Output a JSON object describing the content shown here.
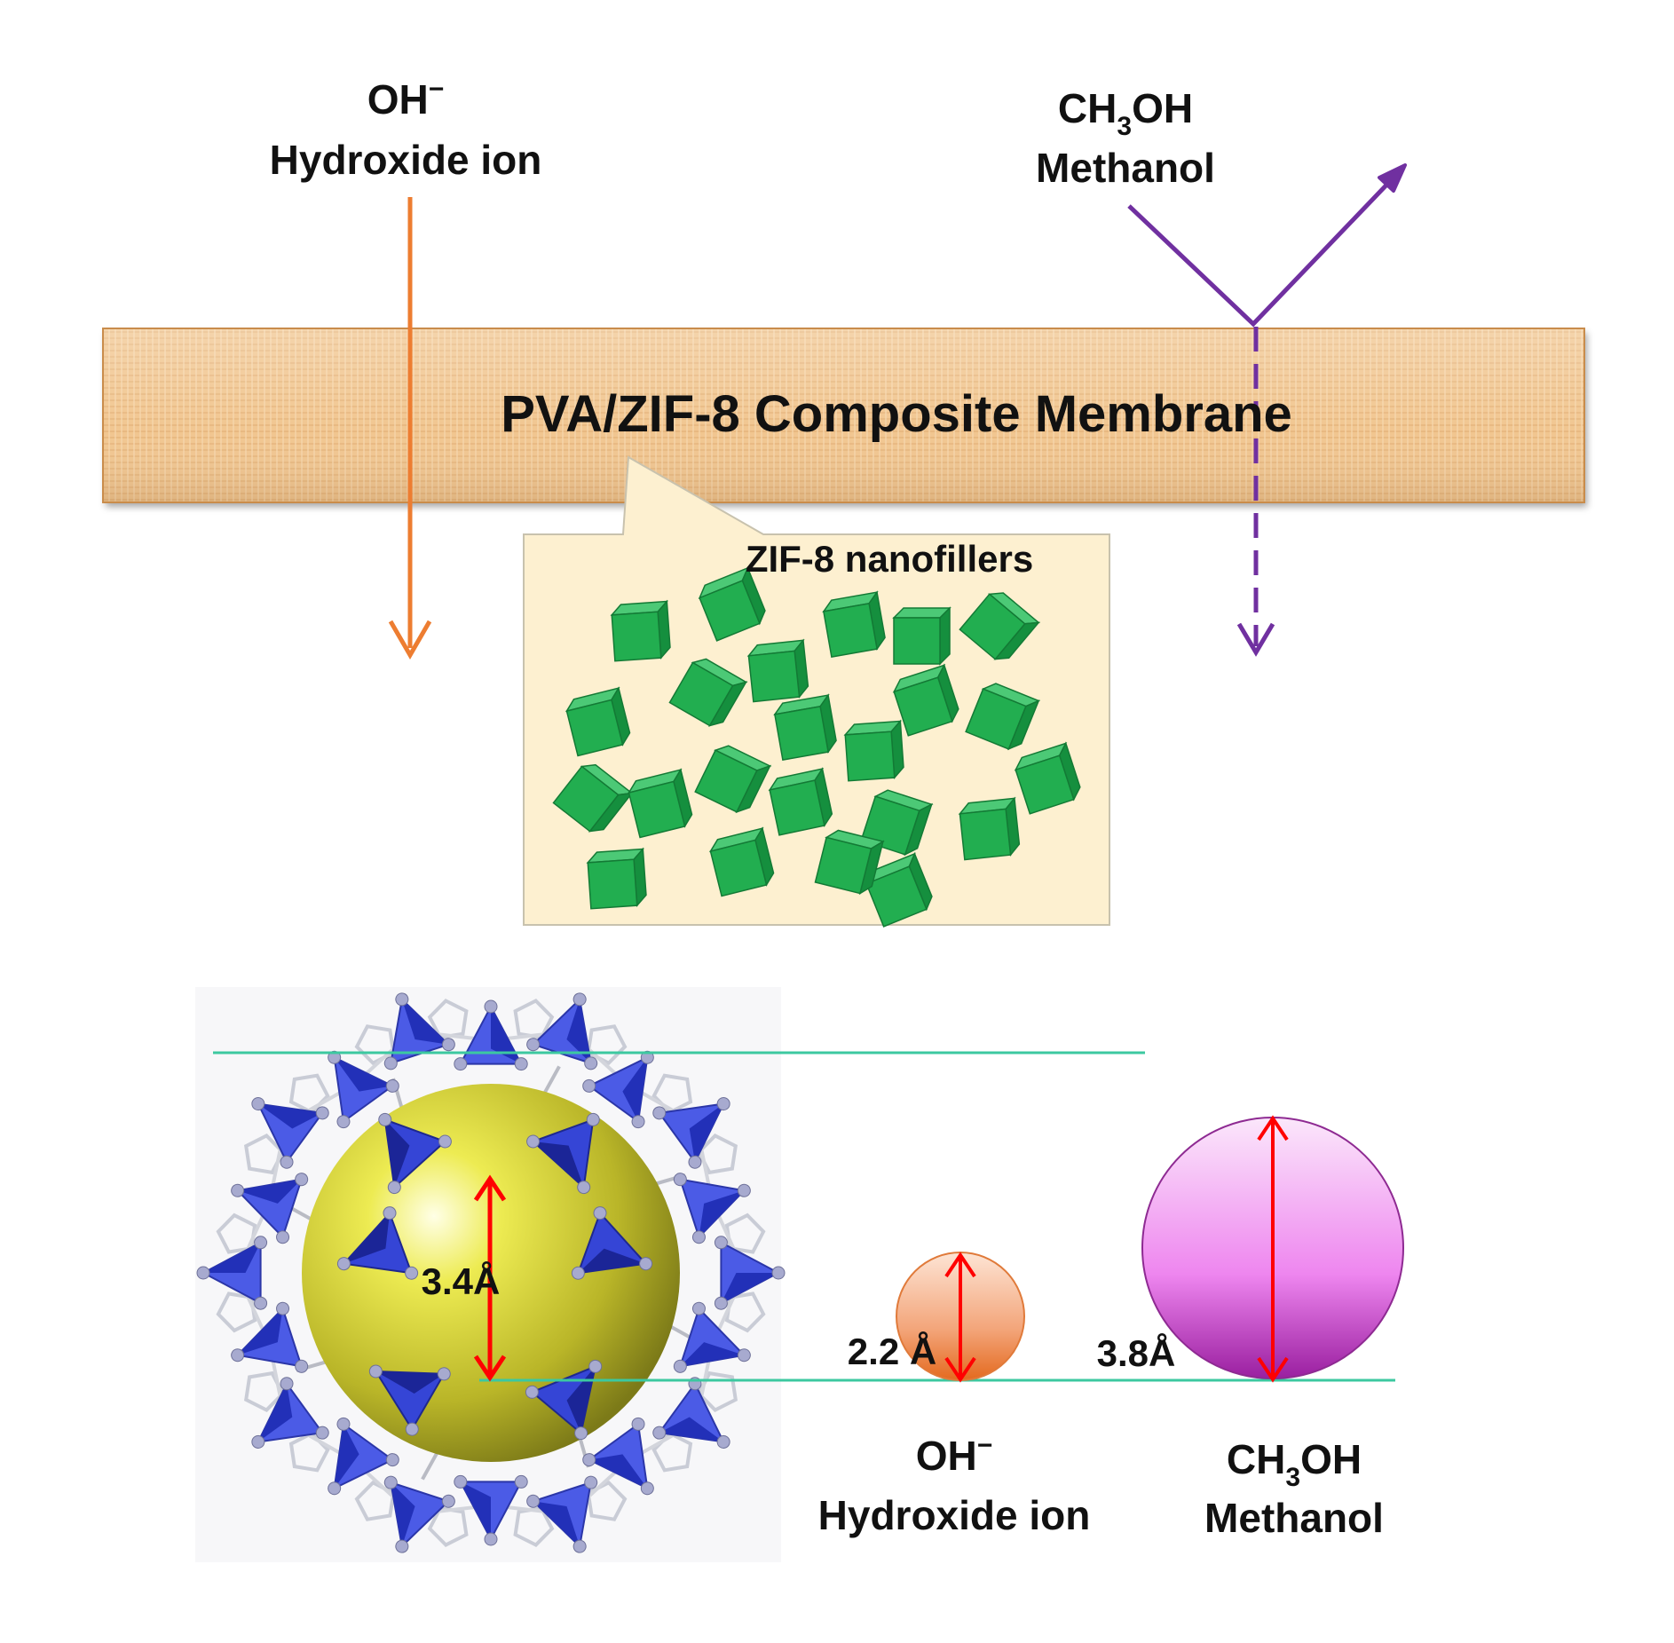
{
  "top": {
    "hydroxide": {
      "formula_base": "OH",
      "formula_sup": "−",
      "name": "Hydroxide ion"
    },
    "methanol": {
      "formula_pre": "CH",
      "formula_sub": "3",
      "formula_post": "OH",
      "name": "Methanol"
    }
  },
  "membrane": {
    "label": "PVA/ZIF-8 Composite Membrane"
  },
  "callout": {
    "label": "ZIF-8 nanofillers",
    "filler_count": 24
  },
  "bottom": {
    "zif_pore": {
      "value": "3.4Å"
    },
    "hydroxide": {
      "size": "2.2 Å",
      "formula_base": "OH",
      "formula_sup": "−",
      "name": "Hydroxide ion"
    },
    "methanol": {
      "size": "3.8Å",
      "formula_pre": "CH",
      "formula_sub": "3",
      "formula_post": "OH",
      "name": "Methanol"
    }
  },
  "colors": {
    "hydroxide_arrow": "#ED7D31",
    "methanol_arrow": "#7030A0",
    "membrane": "#F2C58F",
    "callout_fill": "#FDF0D0",
    "filler": "#1FA54A",
    "guide_line": "#3CC8A0",
    "dimension": "#FF0000",
    "zif_sphere": "#D9D72C",
    "zif_tetra": "#3345D8",
    "hydroxide_ball": "#F08A4B",
    "methanol_ball": "#E97FEA"
  }
}
